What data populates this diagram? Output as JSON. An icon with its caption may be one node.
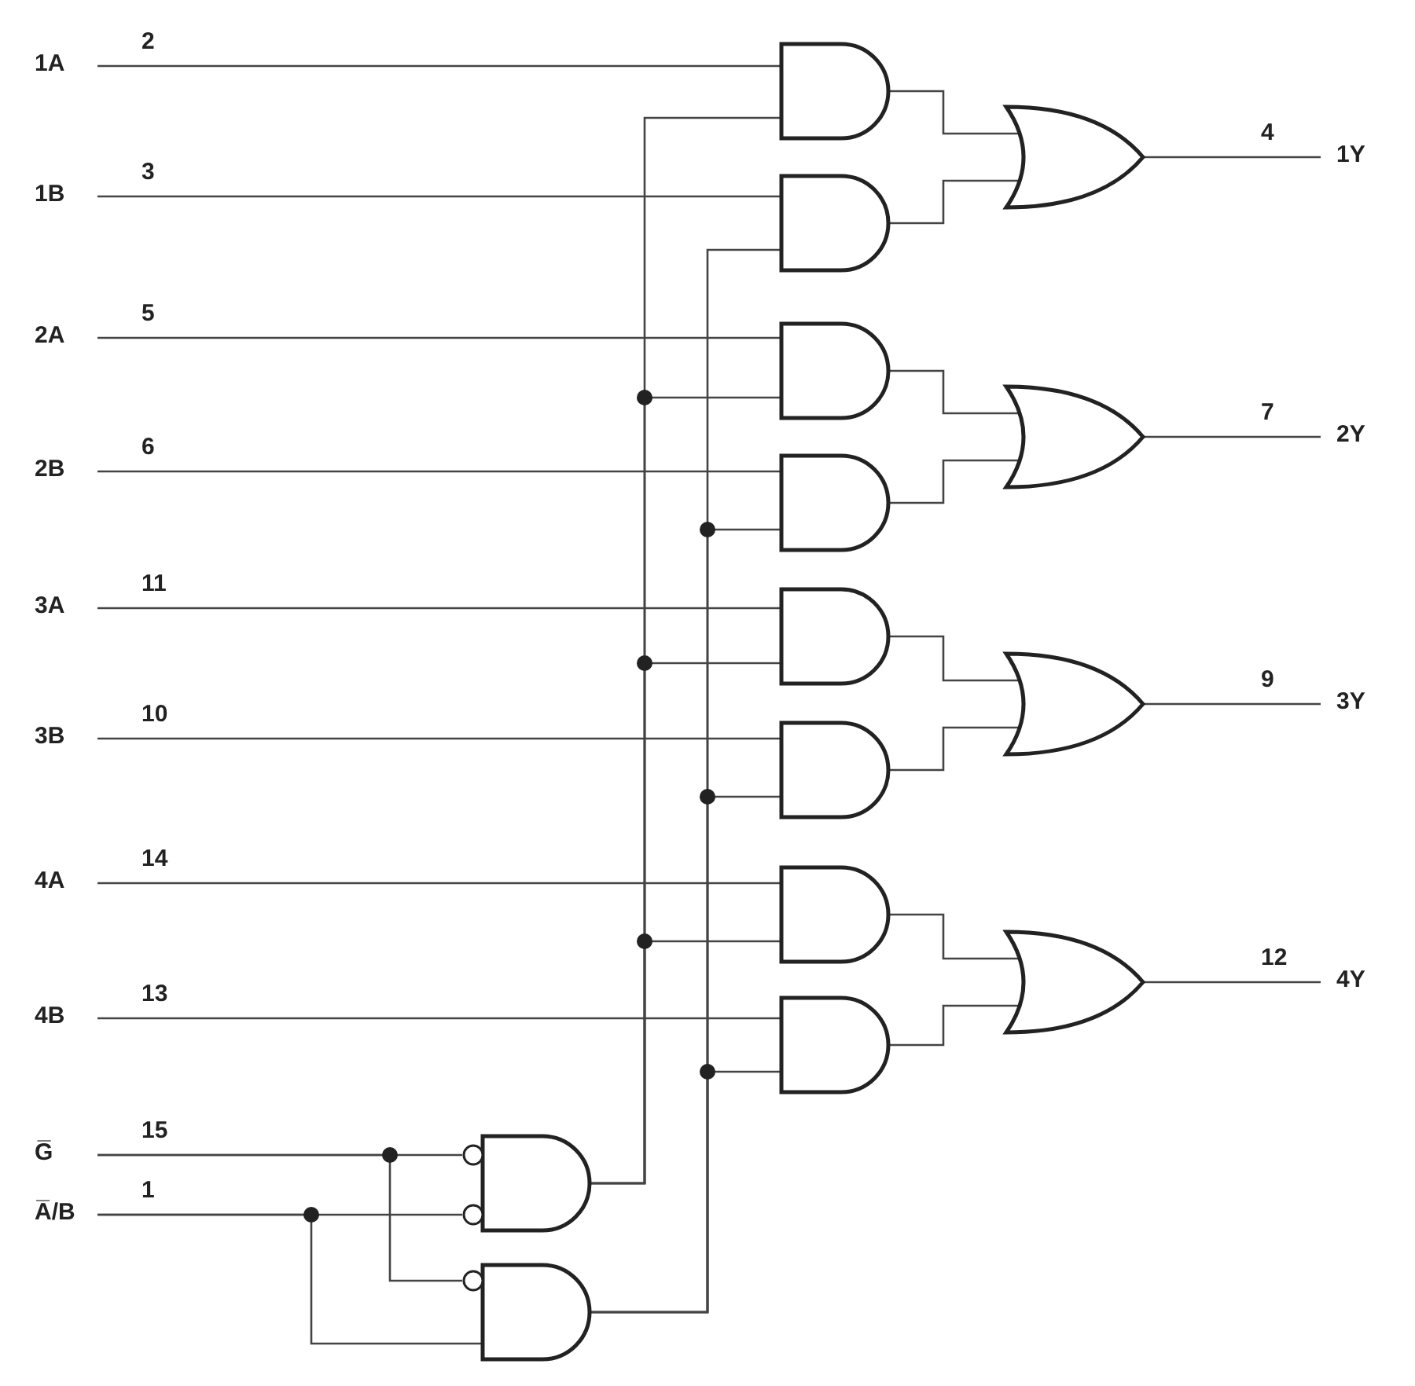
{
  "diagram": {
    "nodes": [
      {
        "text": [
          "1A"
        ],
        "beside": [
          "2"
        ]
      },
      {
        "text": [
          "1B"
        ],
        "beside": [
          "3"
        ]
      },
      {
        "text": [
          "2A"
        ],
        "beside": [
          "5"
        ]
      },
      {
        "text": [
          "2B"
        ],
        "beside": [
          "6"
        ]
      },
      {
        "text": [
          "3A"
        ],
        "beside": [
          "11"
        ]
      },
      {
        "text": [
          "3B"
        ],
        "beside": [
          "10"
        ]
      },
      {
        "text": [
          "4A"
        ],
        "beside": [
          "14"
        ]
      },
      {
        "text": [
          "4B"
        ],
        "beside": [
          "13"
        ]
      },
      {
        "text": [
          "G̅"
        ],
        "beside": [
          "15"
        ]
      },
      {
        "text": [
          "A̅/B"
        ],
        "beside": [
          "1"
        ]
      },
      {
        "text": [],
        "shape": "and-gate"
      },
      {
        "text": [],
        "shape": "and-gate"
      },
      {
        "text": [],
        "shape": "and-gate"
      },
      {
        "text": [],
        "shape": "and-gate"
      },
      {
        "text": [],
        "shape": "and-gate"
      },
      {
        "text": [],
        "shape": "and-gate"
      },
      {
        "text": [],
        "shape": "and-gate"
      },
      {
        "text": [],
        "shape": "and-gate"
      },
      {
        "text": [],
        "shape": "or-gate"
      },
      {
        "text": [],
        "shape": "or-gate"
      },
      {
        "text": [],
        "shape": "or-gate"
      },
      {
        "text": [],
        "shape": "or-gate"
      },
      {
        "text": [
          "1Y"
        ],
        "beside": [
          "4"
        ]
      },
      {
        "text": [
          "2Y"
        ],
        "beside": [
          "7"
        ]
      },
      {
        "text": [
          "3Y"
        ],
        "beside": [
          "9"
        ]
      },
      {
        "text": [
          "4Y"
        ],
        "beside": [
          "12"
        ]
      },
      {
        "text": [],
        "shape": "and-gate"
      },
      {
        "text": [],
        "shape": "and-gate"
      }
    ],
    "edges": [
      {
        "from": 0,
        "to": 10,
        "arrow": "none"
      },
      {
        "from": 1,
        "to": 11,
        "arrow": "none"
      },
      {
        "from": 2,
        "to": 12,
        "arrow": "none"
      },
      {
        "from": 3,
        "to": 13,
        "arrow": "none"
      },
      {
        "from": 4,
        "to": 14,
        "arrow": "none"
      },
      {
        "from": 5,
        "to": 15,
        "arrow": "none"
      },
      {
        "from": 6,
        "to": 16,
        "arrow": "none"
      },
      {
        "from": 7,
        "to": 17,
        "arrow": "none"
      },
      {
        "from": 8,
        "to": 26,
        "arrow": "none"
      },
      {
        "from": 8,
        "to": 27,
        "arrow": "none"
      },
      {
        "from": 9,
        "to": 26,
        "arrow": "none"
      },
      {
        "from": 9,
        "to": 27,
        "arrow": "none"
      },
      {
        "from": 26,
        "to": 10,
        "arrow": "none"
      },
      {
        "from": 26,
        "to": 12,
        "arrow": "none"
      },
      {
        "from": 26,
        "to": 14,
        "arrow": "none"
      },
      {
        "from": 26,
        "to": 16,
        "arrow": "none"
      },
      {
        "from": 27,
        "to": 11,
        "arrow": "none"
      },
      {
        "from": 27,
        "to": 13,
        "arrow": "none"
      },
      {
        "from": 27,
        "to": 15,
        "arrow": "none"
      },
      {
        "from": 27,
        "to": 17,
        "arrow": "none"
      },
      {
        "from": 10,
        "to": 18,
        "arrow": "none"
      },
      {
        "from": 11,
        "to": 18,
        "arrow": "none"
      },
      {
        "from": 12,
        "to": 19,
        "arrow": "none"
      },
      {
        "from": 13,
        "to": 19,
        "arrow": "none"
      },
      {
        "from": 14,
        "to": 20,
        "arrow": "none"
      },
      {
        "from": 15,
        "to": 20,
        "arrow": "none"
      },
      {
        "from": 16,
        "to": 21,
        "arrow": "none"
      },
      {
        "from": 17,
        "to": 21,
        "arrow": "none"
      },
      {
        "from": 18,
        "to": 22,
        "arrow": "none"
      },
      {
        "from": 19,
        "to": 23,
        "arrow": "none"
      },
      {
        "from": 20,
        "to": 24,
        "arrow": "none"
      },
      {
        "from": 21,
        "to": 25,
        "arrow": "none"
      }
    ]
  }
}
